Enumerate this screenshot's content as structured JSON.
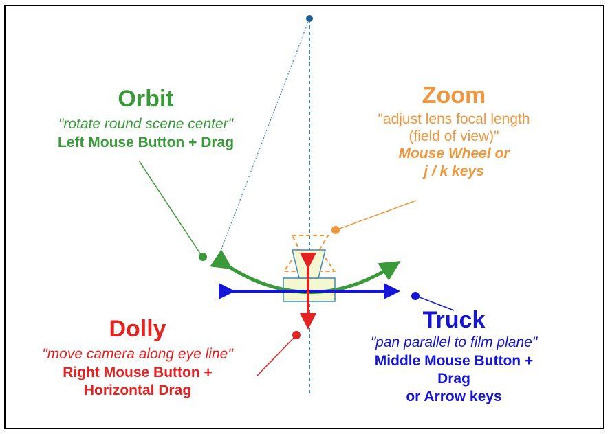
{
  "colors": {
    "orbit": "#3a9a3a",
    "zoom": "#f0963c",
    "dolly": "#e32222",
    "truck": "#1515d6",
    "axis": "#3a86b5",
    "camera_fill": "#f3f7d2",
    "camera_stroke": "#3f88b8"
  },
  "orbit": {
    "title": "Orbit",
    "description": "\"rotate round scene center\"",
    "control": "Left Mouse Button + Drag"
  },
  "zoom": {
    "title": "Zoom",
    "description_line1": "\"adjust lens focal length",
    "description_line2": "(field of view)\"",
    "control_line1": "Mouse Wheel or",
    "control_line2": "j / k keys"
  },
  "dolly": {
    "title": "Dolly",
    "description": "\"move camera along eye line\"",
    "control_line1": "Right Mouse Button +",
    "control_line2": "Horizontal Drag"
  },
  "truck": {
    "title": "Truck",
    "description": "\"pan parallel to film plane\"",
    "control_line1": "Middle Mouse Button +",
    "control_line2": "Drag",
    "control_line3": "or Arrow keys"
  }
}
